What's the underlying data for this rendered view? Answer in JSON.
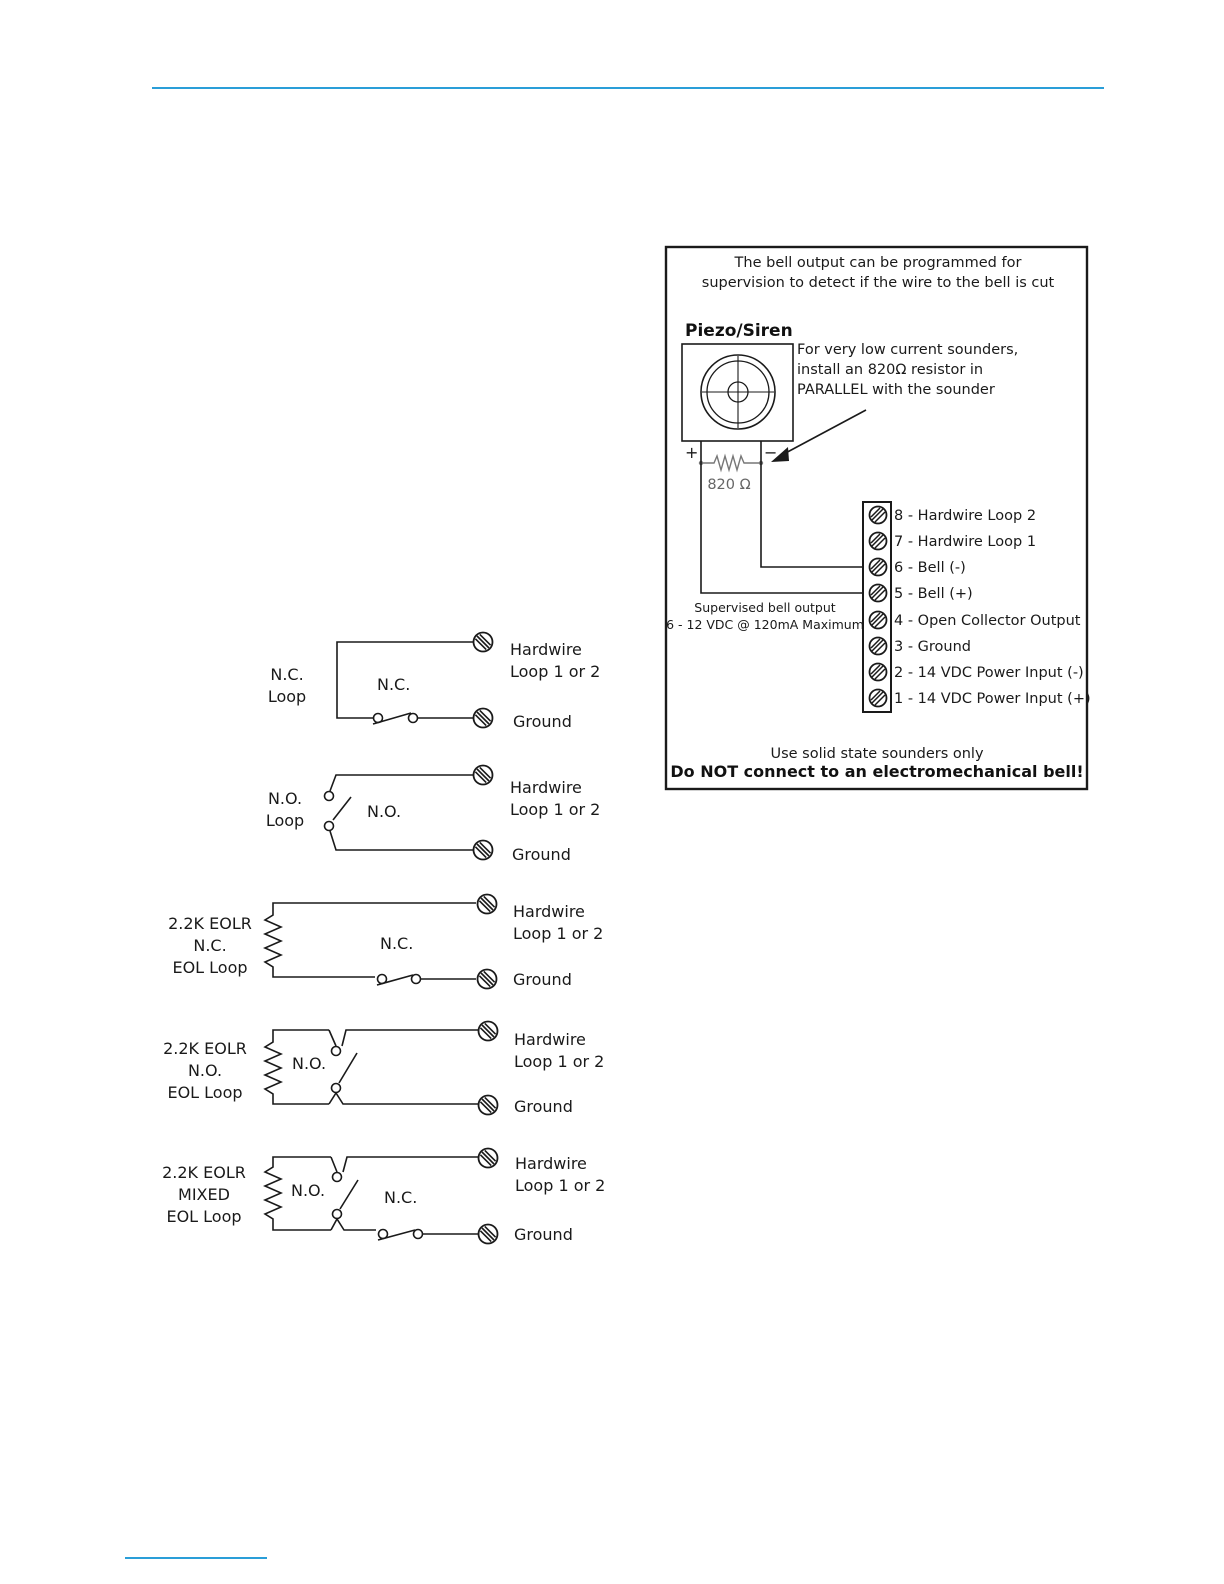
{
  "bell_panel": {
    "note_line1": "The bell output can be programmed for",
    "note_line2": "supervision to detect if the wire to the bell is cut",
    "sounder_title": "Piezo/Siren",
    "tip_line1": "For very low current sounders,",
    "tip_line2": "install an 820Ω resistor in",
    "tip_line3": "PARALLEL with the sounder",
    "plus": "+",
    "minus": "−",
    "resistor_label": "820 Ω",
    "supervised_line1": "Supervised bell output",
    "supervised_line2": "6 - 12 VDC @ 120mA Maximum",
    "terminals": [
      "8 - Hardwire Loop 2",
      "7 - Hardwire Loop 1",
      "6 - Bell (-)",
      "5 - Bell (+)",
      "4 - Open Collector Output",
      "3 - Ground",
      "2 - 14 VDC Power Input (-)",
      "1 - 14 VDC Power Input (+)"
    ],
    "warning_line1": "Use solid state sounders only",
    "warning_line2": "Do NOT connect to an electromechanical bell!"
  },
  "loops": [
    {
      "label_lines": [
        "N.C.",
        "Loop"
      ],
      "switch1": "N.C.",
      "switch2": "",
      "term1_lines": [
        "Hardwire",
        "Loop 1 or 2"
      ],
      "term2": "Ground"
    },
    {
      "label_lines": [
        "N.O.",
        "Loop"
      ],
      "switch1": "N.O.",
      "switch2": "",
      "term1_lines": [
        "Hardwire",
        "Loop 1 or 2"
      ],
      "term2": "Ground"
    },
    {
      "label_lines": [
        "2.2K EOLR",
        "N.C.",
        "EOL Loop"
      ],
      "switch1": "N.C.",
      "switch2": "",
      "term1_lines": [
        "Hardwire",
        "Loop 1 or 2"
      ],
      "term2": "Ground"
    },
    {
      "label_lines": [
        "2.2K EOLR",
        "N.O.",
        "EOL Loop"
      ],
      "switch1": "N.O.",
      "switch2": "",
      "term1_lines": [
        "Hardwire",
        "Loop 1 or 2"
      ],
      "term2": "Ground"
    },
    {
      "label_lines": [
        "2.2K EOLR",
        "MIXED",
        "EOL Loop"
      ],
      "switch1": "N.O.",
      "switch2": "N.C.",
      "term1_lines": [
        "Hardwire",
        "Loop 1 or 2"
      ],
      "term2": "Ground"
    }
  ]
}
